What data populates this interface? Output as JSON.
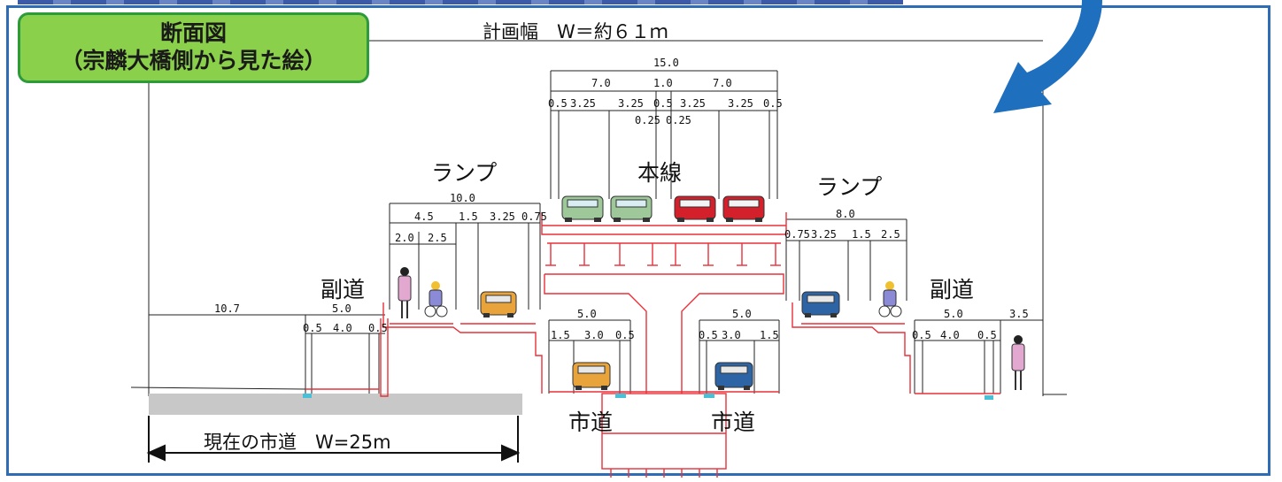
{
  "title": {
    "line1": "断面図",
    "line2": "（宗麟大橋側から見た絵）"
  },
  "plan_width": "計画幅　W＝約６１ｍ",
  "labels": {
    "ramp_left": "ランプ",
    "ramp_right": "ランプ",
    "main_line": "本線",
    "side_road_left": "副道",
    "side_road_right": "副道",
    "city_road_left": "市道",
    "city_road_right": "市道",
    "current_road": "現在の市道　W=25m"
  },
  "dims": {
    "top_total": "15.0",
    "top_l": "7.0",
    "top_c": "1.0",
    "top_r": "7.0",
    "t1": "0.5",
    "t2": "3.25",
    "t3": "3.25",
    "t4": "0.5",
    "t5": "3.25",
    "t6": "3.25",
    "t7": "0.5",
    "t8": "0.25",
    "t9": "0.25",
    "rl_total": "10.0",
    "rl_a": "4.5",
    "rl_b": "1.5",
    "rl_c": "3.25",
    "rl_d": "0.75",
    "rl_e": "2.0",
    "rl_f": "2.5",
    "rr_total": "8.0",
    "rr_a": "0.75",
    "rr_b": "3.25",
    "rr_c": "1.5",
    "rr_d": "2.5",
    "left_outer": "10.7",
    "sl_total": "5.0",
    "sl_a": "0.5",
    "sl_b": "4.0",
    "sl_c": "0.5",
    "cl_total": "5.0",
    "cl_a": "1.5",
    "cl_b": "3.0",
    "cl_c": "0.5",
    "cr_total": "5.0",
    "cr_a": "0.5",
    "cr_b": "3.0",
    "cr_c": "1.5",
    "sr_total": "5.0",
    "sr_a": "0.5",
    "sr_b": "4.0",
    "sr_c": "0.5",
    "right_outer": "3.5"
  },
  "colors": {
    "frame": "#2e6db5",
    "title_bg": "#8ad04a",
    "title_border": "#2d9a3c",
    "structure": "#e8313a",
    "arrow": "#1f6fbf"
  }
}
